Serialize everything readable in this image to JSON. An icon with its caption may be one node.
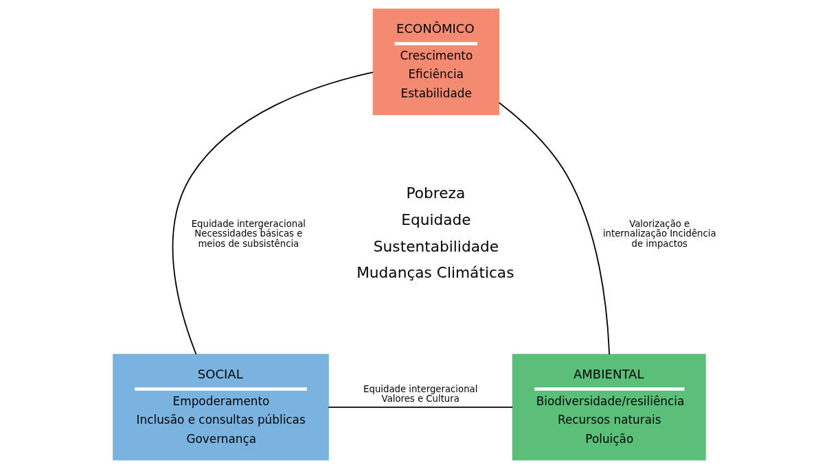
{
  "diagram": {
    "nodes": [
      {
        "text": [
          "ECONÔMICO",
          "Crescimento",
          "Eficiência",
          "Estabilidade"
        ]
      },
      {
        "text": [
          "SOCIAL",
          "Empoderamento",
          "Inclusão e consultas públicas",
          "Governança"
        ]
      },
      {
        "text": [
          "AMBIENTAL",
          "Biodiversidade/resiliência",
          "Recursos naturais",
          "Poluição"
        ]
      }
    ],
    "edges": [
      {
        "from": 0,
        "to": 1,
        "arrow": "none",
        "label": "Equidade intergeracional Necessidades básicas e meios de subsistência"
      },
      {
        "from": 0,
        "to": 2,
        "arrow": "none",
        "label": "Valorização e internalização Incidência de impactos"
      },
      {
        "from": 1,
        "to": 2,
        "arrow": "none",
        "label": "Equidade intergeracional Valores e Cultura"
      }
    ],
    "labels": [
      "Pobreza",
      "Equidade",
      "Sustentabilidade",
      "Mudanças Climáticas"
    ]
  }
}
